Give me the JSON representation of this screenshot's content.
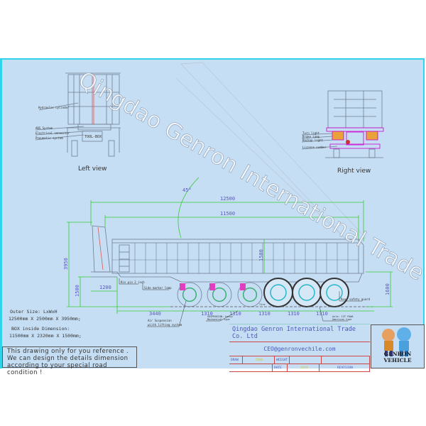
{
  "watermark": "Qingdao Genron International Trade Co.,Ltd",
  "left_view": {
    "title": "Left view",
    "labels": [
      "Hydraulic cylinder",
      "ABS System",
      "Electrical connector",
      "Pneumatic system"
    ],
    "plate": "TOOL-BOX"
  },
  "right_view": {
    "title": "Right view",
    "labels": [
      "Turn light",
      "Brake Lamp",
      "Backup light",
      "License number"
    ]
  },
  "side_view": {
    "angle": "45°",
    "dimensions": {
      "overall_length": "12500",
      "box_length": "11500",
      "overall_height": "3950",
      "deck_height": "1500",
      "kingpin_offset": "1200",
      "front_to_axle": "3440",
      "axle_spacing": [
        "1310",
        "1310",
        "1310",
        "1310",
        "1310"
      ],
      "box_height": "1500",
      "rear_height": "1600"
    },
    "labels": {
      "king_pin": "Kin pin 2 inch",
      "side_marker": "Side marker lamp",
      "air_suspension": "Air Suspension",
      "lifting": "wiith lifting system",
      "suspension": "SUSPENSION: heavy",
      "suspension2": "Mechanical type",
      "tire": "Tire",
      "rear_guard": "Rear safety guard",
      "axle": "Axle: 13T FUWA",
      "axle2": "American type"
    }
  },
  "specs": {
    "outer_label": "Outer Size: LxWxH",
    "outer_value": "12500mm X 2500mm X 3950mm;",
    "box_label": "BOX inside Dimension:",
    "box_value": "11500mm X 2320mm X 1500mm;"
  },
  "note": [
    "This drawing only for you reference .",
    "We can design the details dimension",
    "according to your special road condition !"
  ],
  "title_block": {
    "company": "Qingdao Genron International Trade Co. Ltd",
    "email": "CEO@genronvechile.com",
    "draw_label": "DRAW",
    "draw_value": "TONG",
    "weight_label": "WEIGHT",
    "date_label": "DATE",
    "date_value": "2020",
    "revision_label": "REVISION"
  },
  "logo": {
    "text": "GENRON VEHICLE"
  },
  "colors": {
    "sheet": "#c6def3",
    "border": "#2fd3ea",
    "dimension": "#33cc33",
    "drawing": "#6f7d92"
  }
}
